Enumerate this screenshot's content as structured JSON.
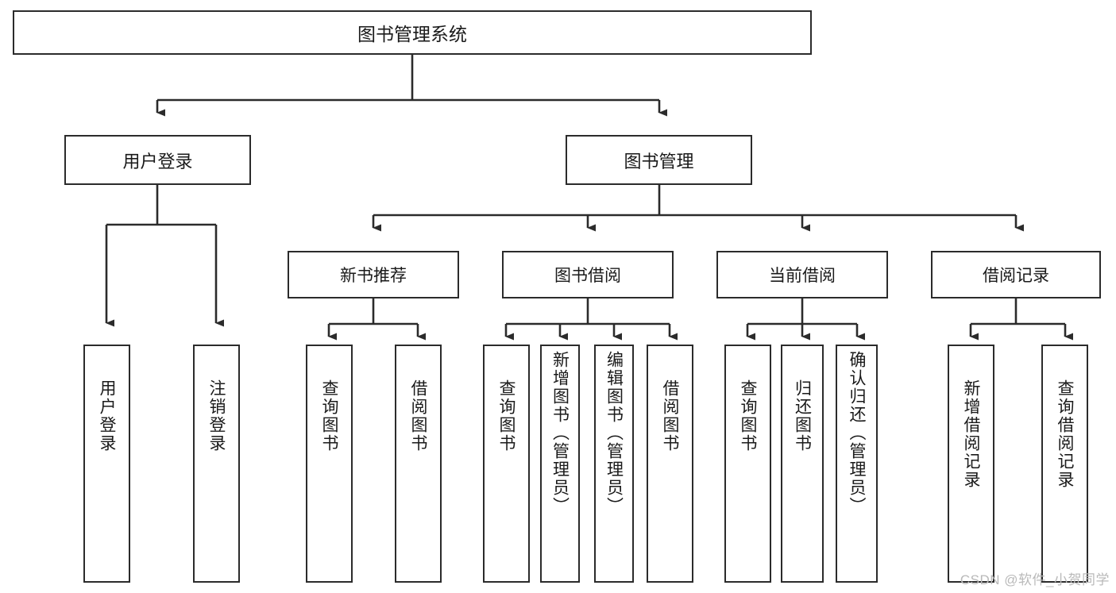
{
  "diagram": {
    "title": "图书管理系统",
    "watermark": "CSDN @软件_小贺同学",
    "root": {
      "label": "图书管理系统"
    },
    "level1": [
      {
        "id": "user-login",
        "label": "用户登录"
      },
      {
        "id": "book-manage",
        "label": "图书管理"
      }
    ],
    "level2": [
      {
        "id": "new-book-recommend",
        "label": "新书推荐"
      },
      {
        "id": "book-borrow",
        "label": "图书借阅"
      },
      {
        "id": "current-borrow",
        "label": "当前借阅"
      },
      {
        "id": "borrow-record",
        "label": "借阅记录"
      }
    ],
    "leaves": {
      "user_login": [
        {
          "id": "leaf-user-login",
          "label": "用户登录"
        },
        {
          "id": "leaf-logout-login",
          "label": "注销登录"
        }
      ],
      "new_book_recommend": [
        {
          "id": "leaf-query-book-1",
          "label": "查询图书"
        },
        {
          "id": "leaf-borrow-book-1",
          "label": "借阅图书"
        }
      ],
      "book_borrow": [
        {
          "id": "leaf-query-book-2",
          "label": "查询图书"
        },
        {
          "id": "leaf-add-book",
          "label": "新增图书（管理员）"
        },
        {
          "id": "leaf-edit-book",
          "label": "编辑图书（管理员）"
        },
        {
          "id": "leaf-borrow-book-2",
          "label": "借阅图书"
        }
      ],
      "current_borrow": [
        {
          "id": "leaf-query-book-3",
          "label": "查询图书"
        },
        {
          "id": "leaf-return-book",
          "label": "归还图书"
        },
        {
          "id": "leaf-confirm-return",
          "label": "确认归还（管理员）"
        }
      ],
      "borrow_record": [
        {
          "id": "leaf-add-record",
          "label": "新增借阅记录"
        },
        {
          "id": "leaf-query-record",
          "label": "查询借阅记录"
        }
      ]
    },
    "colors": {
      "stroke": "#2b2b2b",
      "background": "#ffffff",
      "text": "#1a1a1a",
      "watermark": "#b9b9b9"
    }
  }
}
